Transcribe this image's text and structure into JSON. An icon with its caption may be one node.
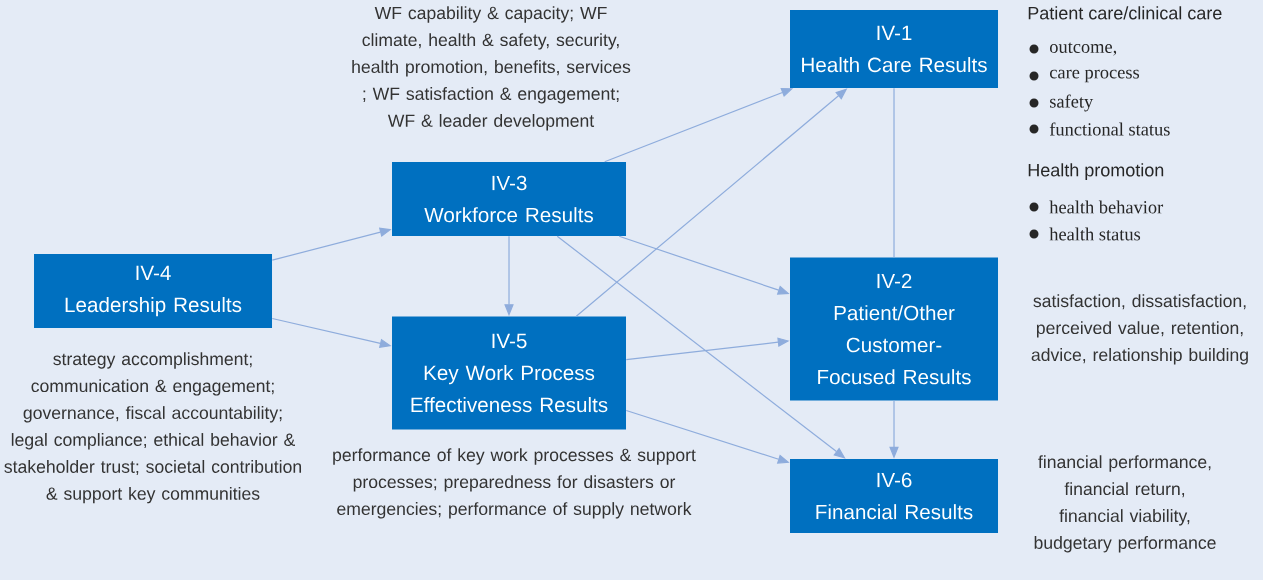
{
  "diagram": {
    "nodes": [
      {
        "text": [
          "IV-4",
          "Leadership Results"
        ],
        "beside": [
          "strategy accomplishment; communication & engagement; governance, fiscal accountability; legal compliance; ethical behavior & stakeholder trust; societal contribution & support key communities"
        ]
      },
      {
        "text": [
          "IV-3",
          "Workforce Results"
        ],
        "beside": [
          "WF capability & capacity; WF climate, health & safety, security, health promotion, benefits, services ; WF satisfaction & engagement; WF & leader development"
        ]
      },
      {
        "text": [
          "IV-5",
          "Key Work Process Effectiveness Results"
        ],
        "beside": [
          "performance of key work processes & support processes; preparedness for disasters or emergencies; performance of supply network"
        ]
      },
      {
        "text": [
          "IV-1",
          "Health Care Results"
        ],
        "beside": [
          "Patient care/clinical care",
          "outcome,",
          "care process",
          "safety",
          "functional status",
          "Health promotion",
          "health behavior",
          "health status"
        ]
      },
      {
        "text": [
          "IV-2",
          "Patient/Other Customer-Focused Results"
        ],
        "beside": [
          "satisfaction, dissatisfaction, perceived value, retention, advice, relationship building"
        ]
      },
      {
        "text": [
          "IV-6",
          "Financial Results"
        ],
        "beside": [
          "financial performance, financial return, financial viability, budgetary performance"
        ]
      }
    ],
    "edges": [
      {
        "from": 0,
        "to": 1,
        "arrow": "to"
      },
      {
        "from": 0,
        "to": 2,
        "arrow": "to"
      },
      {
        "from": 1,
        "to": 2,
        "arrow": "to"
      },
      {
        "from": 1,
        "to": 3,
        "arrow": "to"
      },
      {
        "from": 1,
        "to": 4,
        "arrow": "to"
      },
      {
        "from": 1,
        "to": 5,
        "arrow": "to"
      },
      {
        "from": 2,
        "to": 3,
        "arrow": "to"
      },
      {
        "from": 2,
        "to": 4,
        "arrow": "to"
      },
      {
        "from": 2,
        "to": 5,
        "arrow": "to"
      },
      {
        "from": 3,
        "to": 4,
        "arrow": "none"
      },
      {
        "from": 4,
        "to": 5,
        "arrow": "to"
      }
    ]
  }
}
